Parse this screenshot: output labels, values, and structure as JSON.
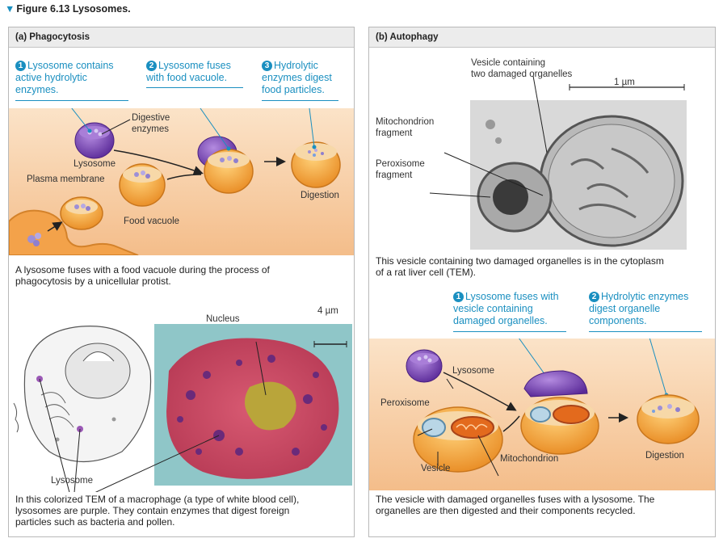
{
  "figure": {
    "marker": "▼",
    "title": "Figure 6.13 Lysosomes."
  },
  "panel_a": {
    "header": "(a) Phagocytosis",
    "steps": [
      {
        "num": "1",
        "line1": "Lysosome contains",
        "line2": "active hydrolytic",
        "line3": "enzymes."
      },
      {
        "num": "2",
        "line1": "Lysosome fuses",
        "line2": "with food vacuole.",
        "line3": ""
      },
      {
        "num": "3",
        "line1": "Hydrolytic",
        "line2": "enzymes digest",
        "line3": "food particles."
      }
    ],
    "labels": {
      "digestive_enzymes_1": "Digestive",
      "digestive_enzymes_2": "enzymes",
      "lysosome": "Lysosome",
      "plasma_membrane": "Plasma membrane",
      "food_vacuole": "Food vacuole",
      "digestion": "Digestion"
    },
    "caption_top_1": "A lysosome fuses with a food vacuole during the process of",
    "caption_top_2": "phagocytosis by a unicellular protist.",
    "micro": {
      "nucleus": "Nucleus",
      "scale": "4 µm",
      "lysosome": "Lysosome"
    },
    "caption_bottom_1": "In this colorized TEM of a macrophage (a type of white blood cell),",
    "caption_bottom_2": "lysosomes are purple. They contain enzymes that digest foreign",
    "caption_bottom_3": "particles such as bacteria and pollen."
  },
  "panel_b": {
    "header": "(b) Autophagy",
    "tem": {
      "vesicle_1": "Vesicle containing",
      "vesicle_2": "two damaged organelles",
      "scale": "1 µm",
      "mito_1": "Mitochondrion",
      "mito_2": "fragment",
      "perox_1": "Peroxisome",
      "perox_2": "fragment"
    },
    "caption_top_1": "This vesicle containing two damaged organelles is in the cytoplasm",
    "caption_top_2": "of a rat liver cell (TEM).",
    "steps": [
      {
        "num": "1",
        "line1": "Lysosome fuses with",
        "line2": "vesicle containing",
        "line3": "damaged organelles."
      },
      {
        "num": "2",
        "line1": "Hydrolytic enzymes",
        "line2": "digest organelle",
        "line3": "components."
      }
    ],
    "labels": {
      "lysosome": "Lysosome",
      "peroxisome": "Peroxisome",
      "mitochondrion": "Mitochondrion",
      "vesicle": "Vesicle",
      "digestion": "Digestion"
    },
    "caption_bottom_1": "The vesicle with damaged organelles fuses with a lysosome. The",
    "caption_bottom_2": "organelles are then digested and their components recycled."
  },
  "colors": {
    "accent_blue": "#1a8fc0",
    "background_peach": "#f6c79a",
    "vesicle_orange": "#f0a040",
    "lysosome_purple": "#7a45b8",
    "tem_pink": "#c9455e",
    "tem_teal": "#8fc6c8"
  }
}
